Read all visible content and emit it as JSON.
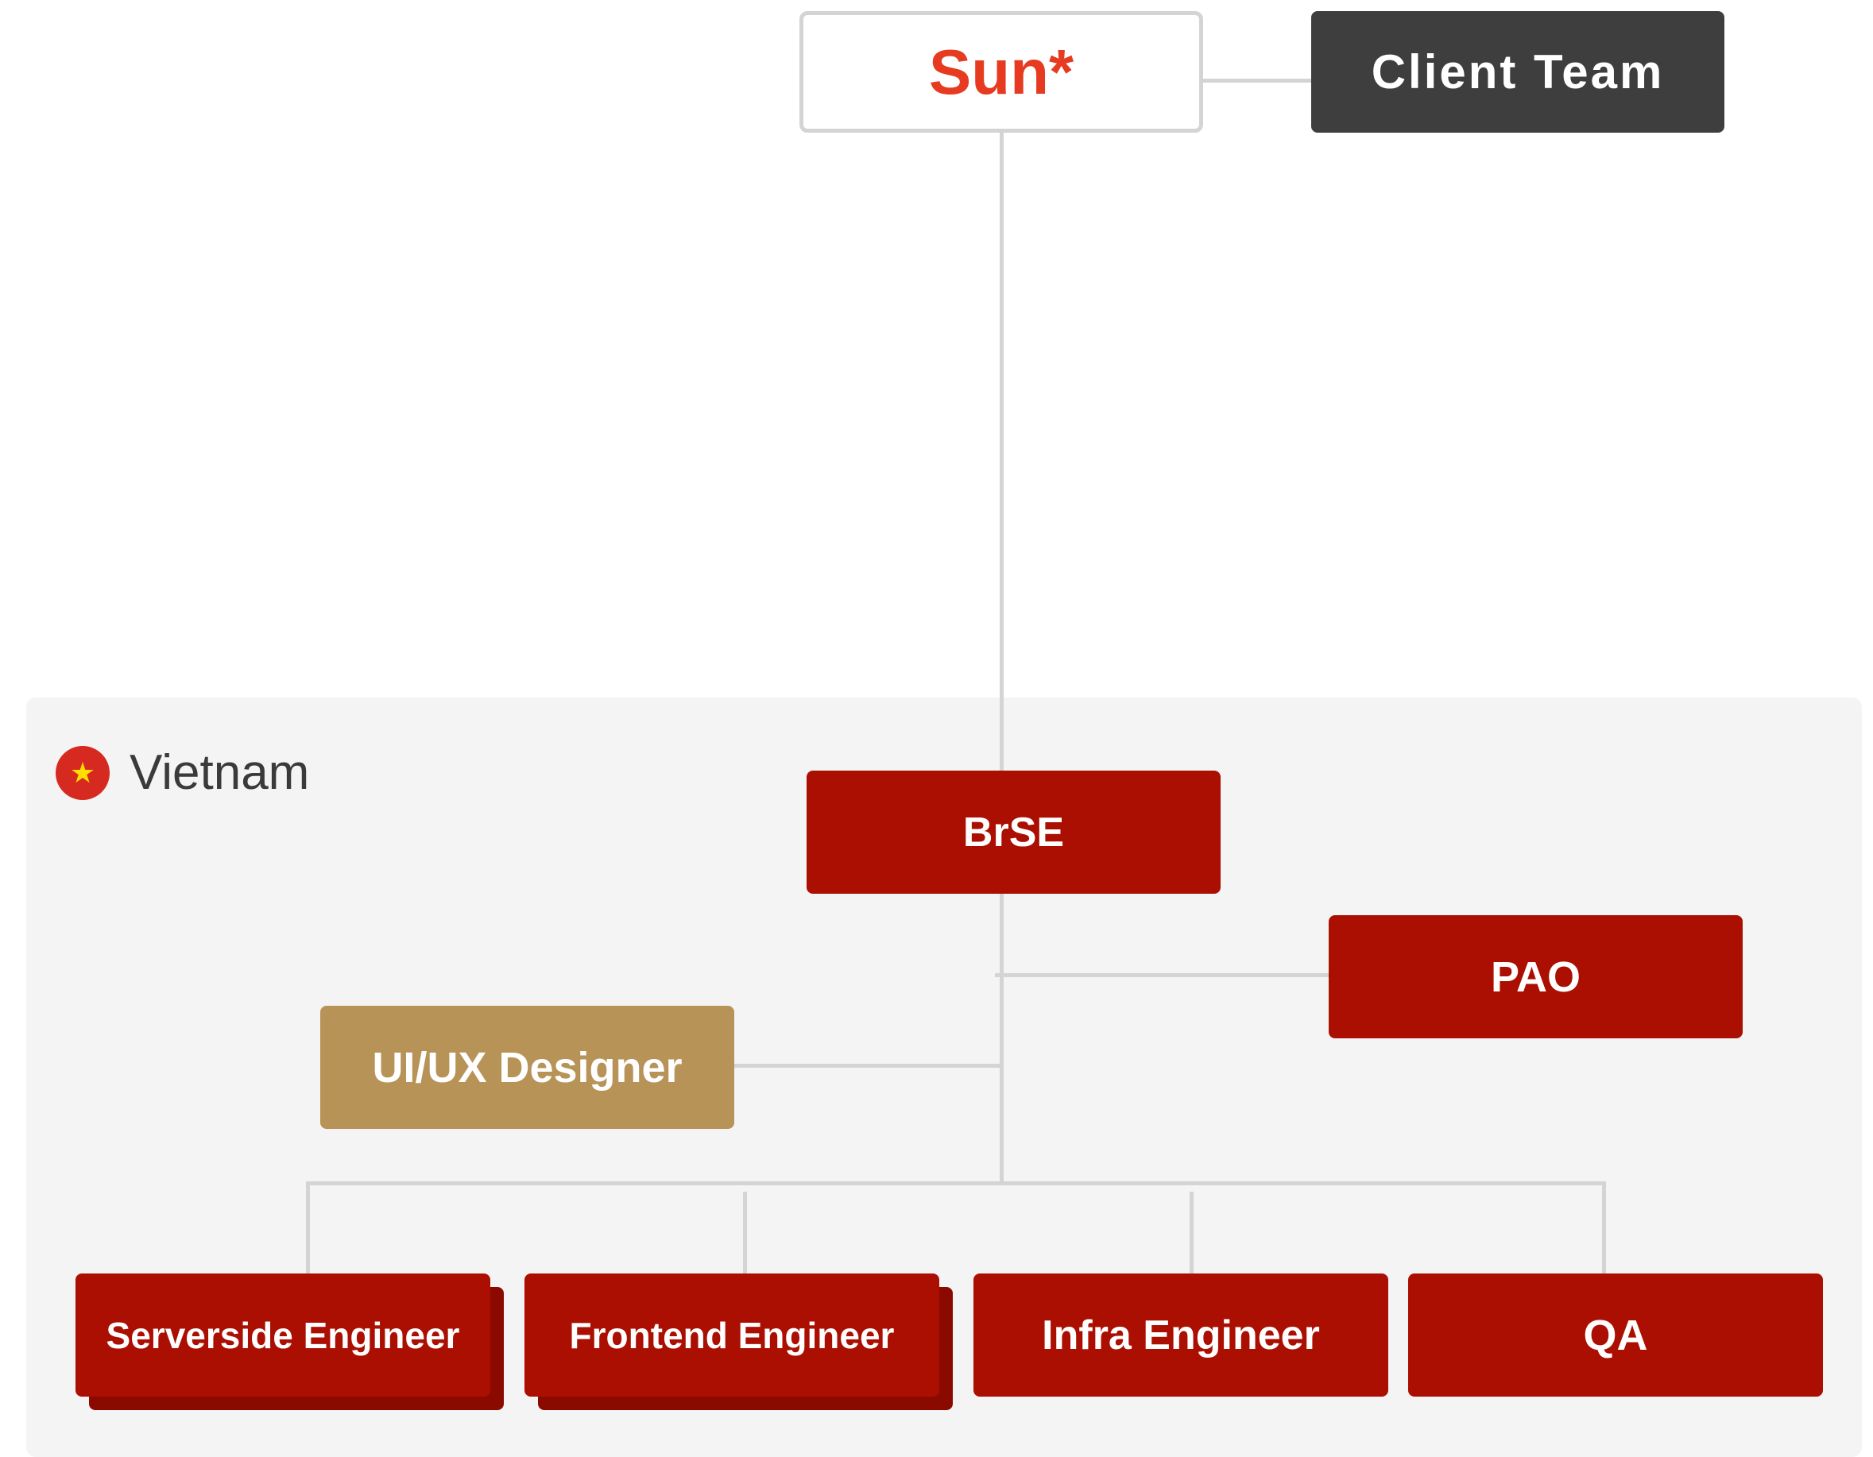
{
  "diagram": {
    "root": {
      "label": "Sun*",
      "color": "#e63b20"
    },
    "client": {
      "label": "Client Team",
      "color": "#3e3e3e"
    },
    "region": {
      "label": "Vietnam",
      "flag_icon": "vietnam-flag-icon",
      "background": "#f4f4f4"
    },
    "roles": {
      "brse": "BrSE",
      "pao": "PAO",
      "designer": "UI/UX Designer",
      "serverside": "Serverside Engineer",
      "frontend": "Frontend Engineer",
      "infra": "Infra Engineer",
      "qa": "QA"
    },
    "colors": {
      "role_red": "#ab0f02",
      "role_red_shadow": "#8b0a00",
      "designer_gold": "#b79357",
      "connector": "#d4d4d4"
    }
  }
}
